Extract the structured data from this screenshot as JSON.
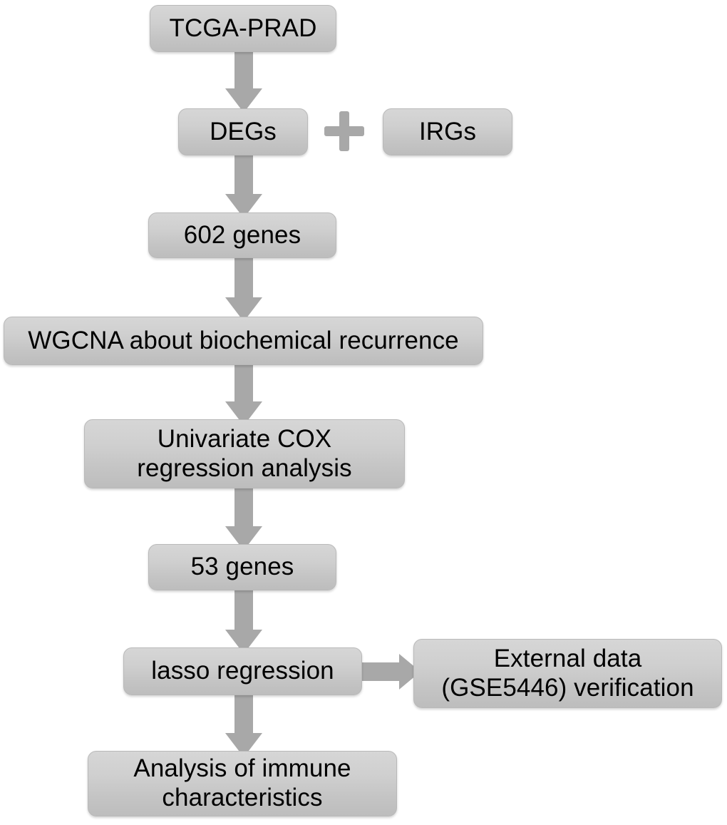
{
  "diagram": {
    "title": "Study workflow flowchart",
    "type": "flowchart",
    "accent_color": "#a8a8a8",
    "node_fill_color": "#cccccc",
    "text_color": "#000000",
    "background_color": "#ffffff",
    "nodes": [
      {
        "id": "tcga_prad",
        "label": "TCGA-PRAD"
      },
      {
        "id": "degs",
        "label": "DEGs"
      },
      {
        "id": "irgs",
        "label": "IRGs"
      },
      {
        "id": "genes_602",
        "label": "602 genes"
      },
      {
        "id": "wgcna",
        "label": "WGCNA about biochemical recurrence"
      },
      {
        "id": "univariate_cox",
        "label": "Univariate COX\nregression analysis"
      },
      {
        "id": "genes_53",
        "label": "53 genes"
      },
      {
        "id": "lasso",
        "label": "lasso regression"
      },
      {
        "id": "external_data",
        "label": "External data\n(GSE5446) verification"
      },
      {
        "id": "immune_analysis",
        "label": "Analysis of immune\ncharacteristics"
      }
    ],
    "connectors": [
      {
        "id": "a1",
        "icon": "arrow-down-icon",
        "from": "tcga_prad",
        "to": "degs"
      },
      {
        "id": "a2",
        "icon": "plus-icon",
        "from": "degs",
        "to": "irgs"
      },
      {
        "id": "a3",
        "icon": "arrow-down-icon",
        "from": "degs",
        "to": "genes_602"
      },
      {
        "id": "a4",
        "icon": "arrow-down-icon",
        "from": "genes_602",
        "to": "wgcna"
      },
      {
        "id": "a5",
        "icon": "arrow-down-icon",
        "from": "wgcna",
        "to": "univariate_cox"
      },
      {
        "id": "a6",
        "icon": "arrow-down-icon",
        "from": "univariate_cox",
        "to": "genes_53"
      },
      {
        "id": "a7",
        "icon": "arrow-down-icon",
        "from": "genes_53",
        "to": "lasso"
      },
      {
        "id": "a8",
        "icon": "arrow-right-icon",
        "from": "lasso",
        "to": "external_data"
      },
      {
        "id": "a9",
        "icon": "arrow-down-icon",
        "from": "lasso",
        "to": "immune_analysis"
      }
    ]
  }
}
